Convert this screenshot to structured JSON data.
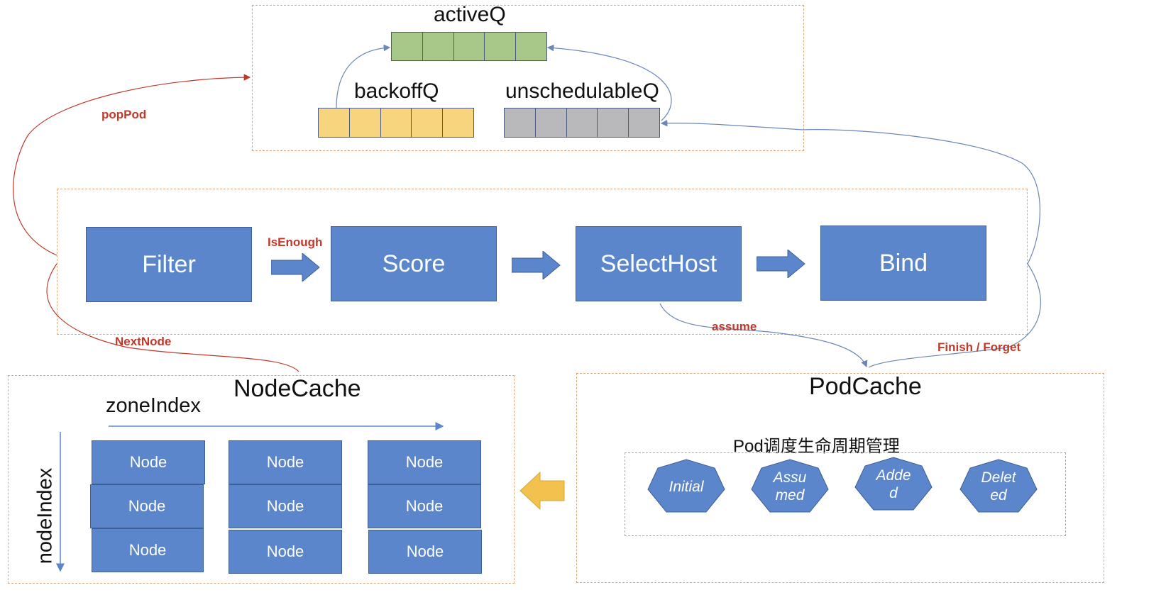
{
  "queues": {
    "active": {
      "title": "activeQ",
      "cells": 5,
      "color": "#a8c88a"
    },
    "backoff": {
      "title": "backoffQ",
      "cells": 5,
      "color": "#f7d57f"
    },
    "unschedulable": {
      "title": "unschedulableQ",
      "cells": 5,
      "color": "#b9b9bc"
    }
  },
  "pipeline": {
    "stages": [
      "Filter",
      "Score",
      "SelectHost",
      "Bind"
    ],
    "color": "#5b86cc"
  },
  "edges": {
    "popPod": "popPod",
    "isEnough": "IsEnough",
    "nextNode": "NextNode",
    "assume": "assume",
    "finishForget": "Finish / Forget"
  },
  "node_cache": {
    "title": "NodeCache",
    "zone_axis": "zoneIndex",
    "node_axis": "nodeIndex",
    "node_label": "Node",
    "grid": [
      [
        "Node",
        "Node",
        "Node"
      ],
      [
        "Node",
        "Node",
        "Node"
      ],
      [
        "Node",
        "Node",
        "Node"
      ]
    ]
  },
  "pod_cache": {
    "title": "PodCache",
    "subtitle": "Pod调度生命周期管理",
    "states": [
      "Initial",
      "Assu\nmed",
      "Adde\nd",
      "Delet\ned"
    ]
  },
  "colors": {
    "edge_label": "#c0392b",
    "border": "#e0a77a",
    "arrow_blue": "#5b86cc",
    "arrow_yellow": "#f2c14e"
  }
}
